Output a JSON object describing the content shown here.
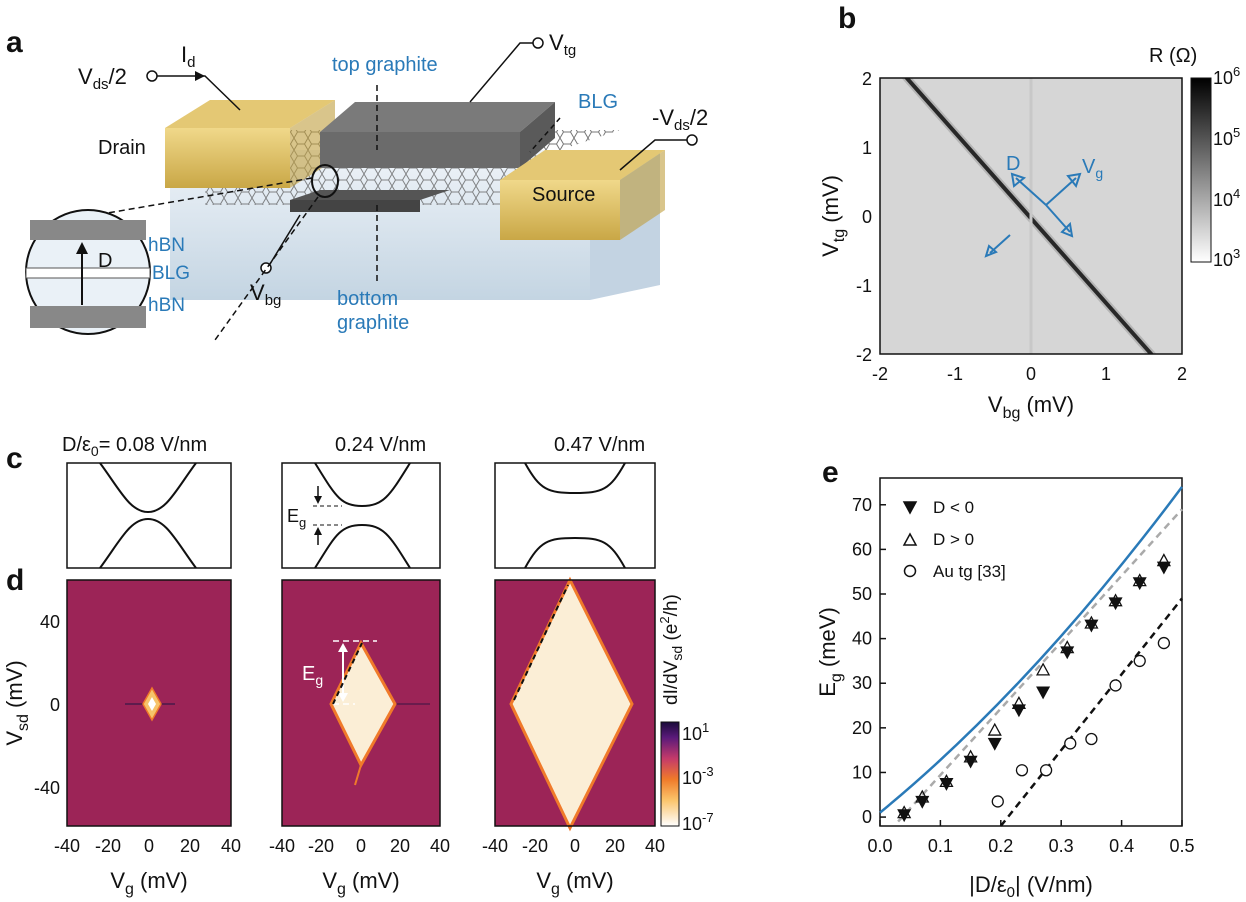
{
  "panels": {
    "a": "a",
    "b": "b",
    "c": "c",
    "d": "d",
    "e": "e"
  },
  "schematic": {
    "vds_half": "V",
    "vds_half_sub": "ds",
    "vds_half_tail": "/2",
    "id_label": "I",
    "id_sub": "d",
    "vtg": "V",
    "vtg_sub": "tg",
    "top_graphite": "top graphite",
    "blg": "BLG",
    "minus_vds_half": "-V",
    "minus_vds_half_sub": "ds",
    "minus_vds_half_tail": "/2",
    "drain": "Drain",
    "source": "Source",
    "vbg": "V",
    "vbg_sub": "bg",
    "bottom_graphite_1": "bottom",
    "bottom_graphite_2": "graphite",
    "inset_hbn_top": "hBN",
    "inset_blg": "BLG",
    "inset_hbn_bottom": "hBN",
    "inset_d": "D",
    "colors": {
      "gold": "#e0c060",
      "graphite": "#6b6b6b",
      "hbn": "#d9e6f0",
      "label_blue": "#2a7ab8"
    }
  },
  "panel_b": {
    "ylabel": "V",
    "ylabel_sub": "tg",
    "ylabel_unit": " (mV)",
    "xlabel": "V",
    "xlabel_sub": "bg",
    "xlabel_unit": " (mV)",
    "xticks": [
      "-2",
      "-1",
      "0",
      "1",
      "2"
    ],
    "yticks": [
      "2",
      "1",
      "0",
      "-1",
      "-2"
    ],
    "colorbar_title": "R (Ω)",
    "colorbar_ticks": [
      {
        "base": "10",
        "exp": "6"
      },
      {
        "base": "10",
        "exp": "5"
      },
      {
        "base": "10",
        "exp": "4"
      },
      {
        "base": "10",
        "exp": "3"
      }
    ],
    "arrow_d": "D",
    "arrow_vg": "V",
    "arrow_vg_sub": "g",
    "background_color": "#d6d6d6"
  },
  "panel_c": {
    "labels": [
      {
        "prefix": "D/ε",
        "sub": "0",
        "suffix": "= 0.08 V/nm"
      },
      {
        "prefix": "",
        "sub": "",
        "suffix": "0.24 V/nm"
      },
      {
        "prefix": "",
        "sub": "",
        "suffix": "0.47 V/nm"
      }
    ],
    "eg_label": "E",
    "eg_sub": "g"
  },
  "panel_d": {
    "ylabel": "V",
    "ylabel_sub": "sd",
    "ylabel_unit": " (mV)",
    "xlabel": "V",
    "xlabel_sub": "g",
    "xlabel_unit": " (mV)",
    "xticks": [
      "-40",
      "-20",
      "0",
      "20",
      "40"
    ],
    "yticks": [
      "40",
      "0",
      "-40"
    ],
    "eg_label": "E",
    "eg_sub": "g",
    "colorbar_title": "dI/dV",
    "colorbar_title_sub": "sd",
    "colorbar_title_unit": " (e",
    "colorbar_title_exp": "2",
    "colorbar_title_tail": "/h)",
    "colorbar_ticks": [
      {
        "base": "10",
        "exp": "1"
      },
      {
        "base": "10",
        "exp": "-3"
      },
      {
        "base": "10",
        "exp": "-7"
      }
    ],
    "background_color": "#9c2457",
    "diamond_color": "#fbeed6"
  },
  "chart_data": {
    "type": "scatter",
    "xlabel": "|D/ε0| (V/nm)",
    "ylabel": "Eg (meV)",
    "xlim": [
      0,
      0.5
    ],
    "ylim": [
      -2,
      76
    ],
    "xticks": [
      "0.0",
      "0.1",
      "0.2",
      "0.3",
      "0.4",
      "0.5"
    ],
    "yticks": [
      "0",
      "10",
      "20",
      "30",
      "40",
      "50",
      "60",
      "70"
    ],
    "legend_position": "top-left",
    "legend": [
      {
        "marker": "filled-down-triangle",
        "label": "D < 0"
      },
      {
        "marker": "open-up-triangle",
        "label": "D > 0"
      },
      {
        "marker": "open-circle",
        "label": "Au tg [33]"
      }
    ],
    "series": [
      {
        "name": "D < 0",
        "marker": "filled-down-triangle",
        "x": [
          0.04,
          0.07,
          0.11,
          0.15,
          0.19,
          0.23,
          0.27,
          0.31,
          0.35,
          0.39,
          0.43,
          0.47
        ],
        "y": [
          0.5,
          3.5,
          7.5,
          12.5,
          16.5,
          24,
          28,
          37,
          43,
          48,
          52.5,
          56
        ]
      },
      {
        "name": "D > 0",
        "marker": "open-up-triangle",
        "x": [
          0.04,
          0.07,
          0.11,
          0.15,
          0.19,
          0.23,
          0.27,
          0.31,
          0.35,
          0.39,
          0.43,
          0.47
        ],
        "y": [
          1,
          4.5,
          8,
          13.5,
          19.5,
          25.5,
          33,
          38,
          43.5,
          48.5,
          53,
          57.5
        ]
      },
      {
        "name": "Au tg [33]",
        "marker": "open-circle",
        "x": [
          0.195,
          0.235,
          0.275,
          0.315,
          0.35,
          0.39,
          0.43,
          0.47
        ],
        "y": [
          3.5,
          10.5,
          10.5,
          16.5,
          17.5,
          29.5,
          35,
          39
        ]
      }
    ],
    "lines": [
      {
        "style": "solid",
        "color": "#2a7ab8",
        "x": [
          0,
          0.5
        ],
        "y": [
          1,
          74
        ],
        "curve": "convex"
      },
      {
        "style": "dashed",
        "color": "#aaaaaa",
        "x": [
          0.03,
          0.5
        ],
        "y": [
          -1,
          69
        ]
      },
      {
        "style": "dashed",
        "color": "#111111",
        "x": [
          0.2,
          0.5
        ],
        "y": [
          -2,
          49
        ]
      }
    ]
  }
}
